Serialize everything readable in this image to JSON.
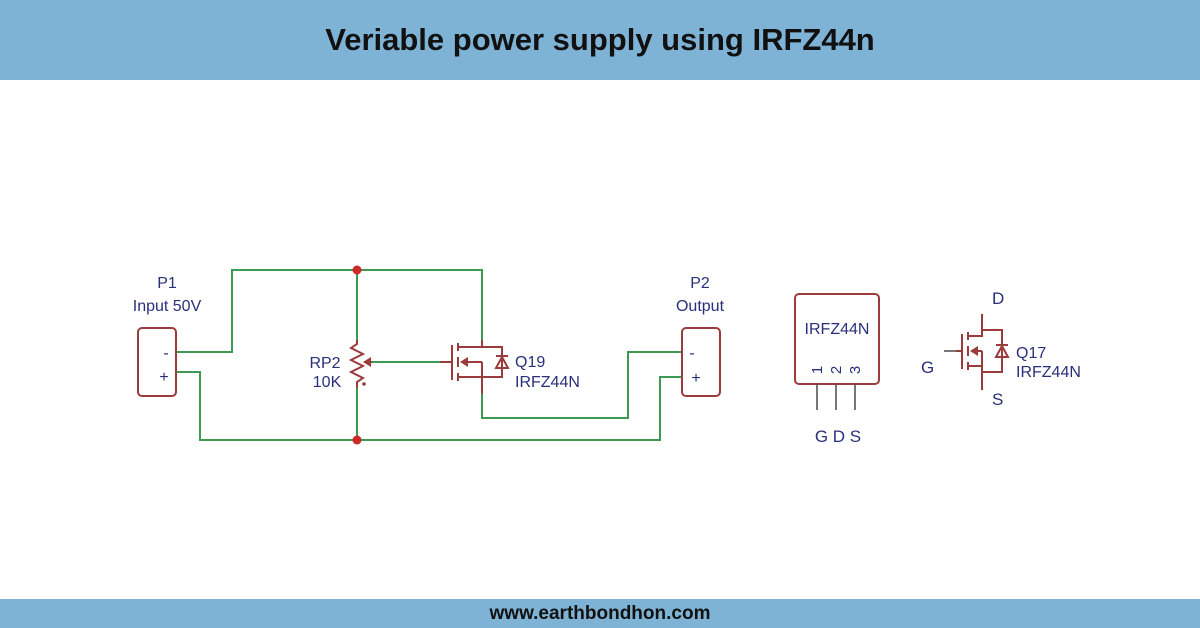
{
  "header": {
    "title": "Veriable power supply using IRFZ44n"
  },
  "footer": {
    "url": "www.earthbondhon.com"
  },
  "colors": {
    "banner": "#7eb3d6",
    "wire": "#3d9a52",
    "component": "#9b3b3b",
    "junction": "#cc2a2a",
    "label": "#2a2f7a"
  },
  "schematic": {
    "p1": {
      "ref": "P1",
      "value": "Input 50V",
      "pin_minus": "-",
      "pin_plus": "+"
    },
    "p2": {
      "ref": "P2",
      "value": "Output",
      "pin_minus": "-",
      "pin_plus": "+"
    },
    "rp2": {
      "ref": "RP2",
      "value": "10K"
    },
    "q19": {
      "ref": "Q19",
      "value": "IRFZ44N"
    }
  },
  "package": {
    "label": "IRFZ44N",
    "pin_numbers": [
      "1",
      "2",
      "3"
    ],
    "pin_names": "G D S"
  },
  "symbol": {
    "ref": "Q17",
    "value": "IRFZ44N",
    "gate": "G",
    "drain": "D",
    "source": "S"
  }
}
